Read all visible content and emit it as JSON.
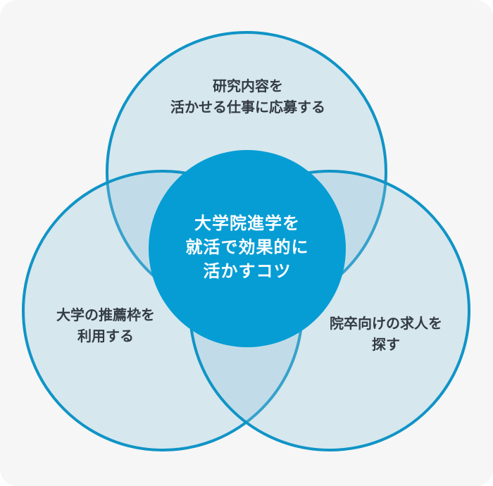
{
  "diagram": {
    "type": "venn",
    "center": {
      "label_lines": [
        "大学院進学を",
        "就活で効果的に",
        "活かすコツ"
      ]
    },
    "circles": [
      {
        "id": "top",
        "label_lines": [
          "研究内容を",
          "活かせる仕事に応募する"
        ]
      },
      {
        "id": "left",
        "label_lines": [
          "大学の推薦枠を",
          "利用する"
        ]
      },
      {
        "id": "right",
        "label_lines": [
          "院卒向けの求人を",
          "探す"
        ]
      }
    ]
  },
  "colors": {
    "page_background": "#ffffff",
    "canvas_background": "#f6f6f6",
    "circle_fill": "rgba(142, 196, 218, 0.30)",
    "circle_border": "#1094c6",
    "center_circle_fill": "#069dd4",
    "text_dark": "#333b43",
    "text_light": "#ffffff"
  }
}
